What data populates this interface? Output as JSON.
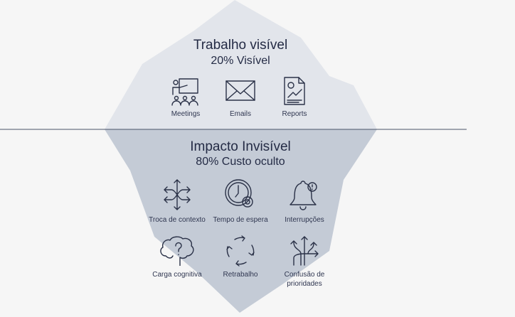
{
  "colors": {
    "background": "#f6f6f6",
    "visible": "#e2e5eb",
    "hidden": "#c4cbd6",
    "waterline": "#4a5468",
    "text": "#242b45"
  },
  "visible": {
    "title": "Trabalho visível",
    "subtitle": "20% Visível",
    "items": [
      {
        "label": "Meetings",
        "icon": "meeting-icon"
      },
      {
        "label": "Emails",
        "icon": "envelope-icon"
      },
      {
        "label": "Reports",
        "icon": "report-icon"
      }
    ]
  },
  "hidden": {
    "title": "Impacto Invisível",
    "subtitle": "80% Custo oculto",
    "items": [
      {
        "label": "Troca de contexto",
        "icon": "crossing-arrows-icon"
      },
      {
        "label": "Tempo de espera",
        "icon": "clock-gear-icon"
      },
      {
        "label": "Interrupções",
        "icon": "bell-alert-icon"
      },
      {
        "label": "Carga cognitiva",
        "icon": "brain-question-icon"
      },
      {
        "label": "Retrabalho",
        "icon": "cycle-arrows-icon"
      },
      {
        "label": "Confusão de",
        "label2": "prioridades",
        "icon": "diverging-paths-icon"
      }
    ]
  }
}
